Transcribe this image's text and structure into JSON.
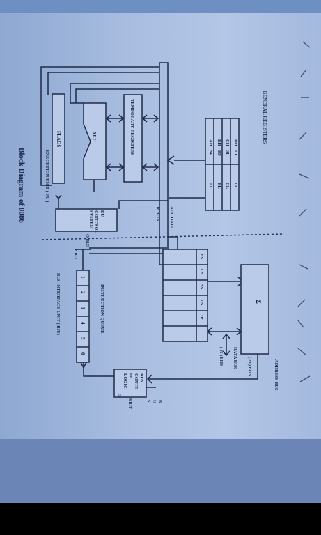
{
  "diagram": {
    "title": "Block Diagram of 8086",
    "eu_label": "EXECUTION UNIT ( EU )",
    "biu_label": "BUS INTERFACE UNIT ( BIU)",
    "general_registers": "GENERAL REGISTERS",
    "gp_regs_high": [
      "AH",
      "BH",
      "CH",
      "DH"
    ],
    "gp_regs_low": [
      "AL",
      "BL",
      "CL",
      "DL"
    ],
    "pointer_regs": [
      "SP",
      "BP",
      "SI",
      "DI"
    ],
    "temporary_registers": "TEMPORARY REGISTERS",
    "alu": "ALU",
    "flags": "FLAGS",
    "eu_control": [
      "EU",
      "CONTROL",
      "SYSTEM"
    ],
    "alu_data": "ALU DATA",
    "bits_16": "16 BITS",
    "q_bus": "Q BUS",
    "bits_8": "8 BIT",
    "instruction_queue": "INSTRUCTION QUEUE",
    "queue_cells": [
      "1",
      "2",
      "3",
      "4",
      "5",
      "6"
    ],
    "segment_regs": [
      "ES",
      "CS",
      "SS",
      "DS",
      "IP"
    ],
    "sigma": "Σ",
    "address_bus": "ADDRESS BUS",
    "address_bits": "( 20 ) BITS",
    "data_bus": "DATA BUS",
    "data_bits": "( 16 ) BITS",
    "bus_control": [
      "BUS",
      "CONTR",
      "OL",
      "LOGIC"
    ],
    "bus_control_side": "S",
    "eight_bit": "8 BIT",
    "bus_marks": [
      "B",
      "U",
      "S"
    ]
  }
}
